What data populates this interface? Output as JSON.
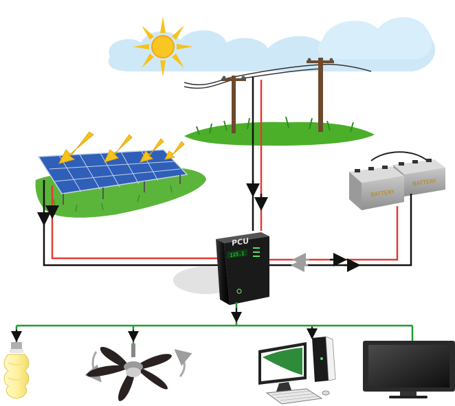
{
  "pcu": {
    "label": "PCU",
    "display": "115.1"
  },
  "batteries": [
    {
      "label": "BATTERY"
    },
    {
      "label": "BATTERY"
    }
  ],
  "colors": {
    "positive_wire": "#e53935",
    "negative_wire": "#111111",
    "ac_wire": "#1f9d2f",
    "bidirectional_arrow": "#9e9e9e",
    "sky": "#cfe8f7",
    "sun": "#f7c21b",
    "grass": "#4caf2a",
    "pole": "#6d4a2c",
    "panel": "#2f5fb8"
  },
  "icons": {
    "sun": "sun-icon",
    "grid": "power-pole-icon",
    "solar": "solar-panel-icon",
    "battery": "battery-icon",
    "pcu": "pcu-unit-icon",
    "bulb": "cfl-bulb-icon",
    "fan": "ceiling-fan-icon",
    "computer": "desktop-computer-icon",
    "tv": "television-icon"
  }
}
